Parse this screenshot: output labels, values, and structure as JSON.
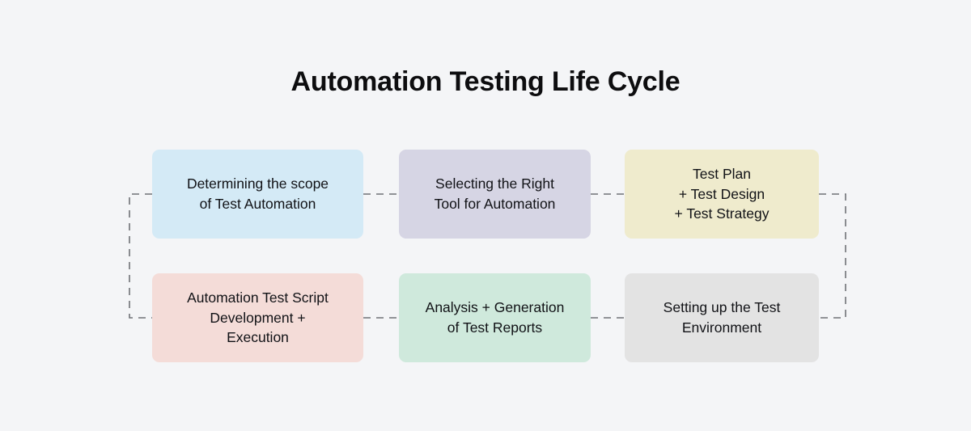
{
  "page": {
    "title": "Automation Testing Life Cycle",
    "background_color": "#f4f5f7",
    "text_color": "#111216"
  },
  "diagram": {
    "type": "flow-diagram",
    "layout": "two-rows-three-columns-serpentine",
    "connector_style": "dashed",
    "connector_color": "#6f7277",
    "steps": [
      {
        "order": 1,
        "label": "Determining the scope\nof Test Automation",
        "color": "#d4eaf6",
        "row": "top",
        "column": 1
      },
      {
        "order": 2,
        "label": "Selecting the Right\nTool for Automation",
        "color": "#d6d5e4",
        "row": "top",
        "column": 2
      },
      {
        "order": 3,
        "label": "Test Plan\n+ Test Design\n+ Test Strategy",
        "color": "#efebcd",
        "row": "top",
        "column": 3
      },
      {
        "order": 4,
        "label": "Setting up the Test\nEnvironment",
        "color": "#e3e3e3",
        "row": "bottom",
        "column": 3
      },
      {
        "order": 5,
        "label": "Analysis + Generation\nof Test Reports",
        "color": "#cfe9dc",
        "row": "bottom",
        "column": 2
      },
      {
        "order": 6,
        "label": "Automation Test Script\nDevelopment +\nExecution",
        "color": "#f4dcd8",
        "row": "bottom",
        "column": 1
      }
    ],
    "connectors": [
      {
        "name": "top-row-1-to-2",
        "from": "step-1",
        "to": "step-2",
        "orientation": "horizontal"
      },
      {
        "name": "top-row-2-to-3",
        "from": "step-2",
        "to": "step-3",
        "orientation": "horizontal"
      },
      {
        "name": "right-wrap-3-to-4",
        "from": "step-3",
        "to": "step-4",
        "orientation": "bracket-right"
      },
      {
        "name": "bottom-row-4-to-5",
        "from": "step-4",
        "to": "step-5",
        "orientation": "horizontal"
      },
      {
        "name": "bottom-row-5-to-6",
        "from": "step-5",
        "to": "step-6",
        "orientation": "horizontal"
      },
      {
        "name": "left-wrap-6-to-1",
        "from": "step-6",
        "to": "step-1",
        "orientation": "bracket-left"
      }
    ]
  }
}
